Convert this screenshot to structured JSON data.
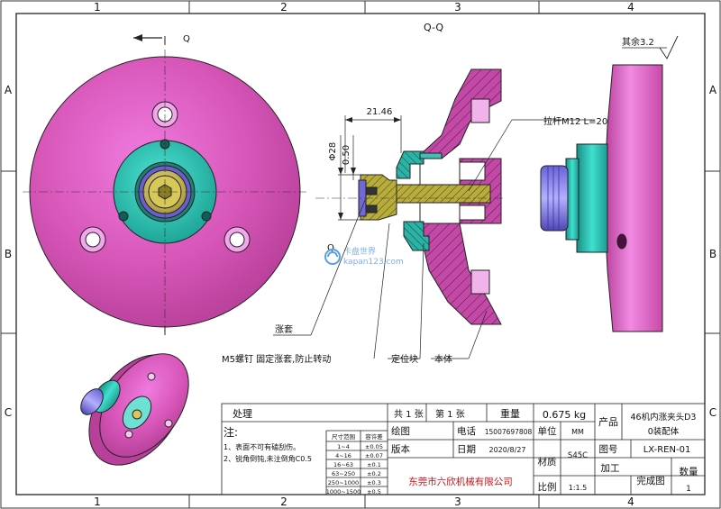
{
  "frame": {
    "columns": [
      "1",
      "2",
      "3",
      "4"
    ],
    "rows": [
      "A",
      "B",
      "C"
    ]
  },
  "views": {
    "section_mark": "Q",
    "section_title": "Q-Q",
    "dim_width": "21.46",
    "dim_diameter": "Φ28",
    "dim_offset": "0.50",
    "surface_finish": "其余3.2",
    "watermark_brand": "卡盘世界",
    "watermark_site": "kapan123.com"
  },
  "callouts": {
    "pull_rod": "拉杆M12  L=20",
    "sleeve": "涨套",
    "screw": "M5螺钉 固定涨套,防止转动",
    "locator": "定位块",
    "body": "本体"
  },
  "notes": {
    "title": "注:",
    "items": [
      "1、表面不可有磕刮伤。",
      "2、锐角倒钝,未注倒角C0.5"
    ]
  },
  "tolerance_table": {
    "headers": [
      "尺寸范围",
      "容许差"
    ],
    "rows": [
      [
        "1~4",
        "±0.05"
      ],
      [
        "4~16",
        "±0.07"
      ],
      [
        "16~63",
        "±0.1"
      ],
      [
        "63~250",
        "±0.2"
      ],
      [
        "250~1000",
        "±0.3"
      ],
      [
        "1000~1500",
        "±0.5"
      ]
    ]
  },
  "title_block": {
    "process": "处理",
    "total_sheets": "共 1  张",
    "sheet_no": "第 1  张",
    "weight_label": "重量",
    "weight_value": "0.675 kg",
    "product_label": "产品",
    "product_name_1": "46机内涨夹头D3",
    "product_name_2": "0装配体",
    "drawing_label": "绘图",
    "version_label": "版本",
    "phone_label": "电话",
    "phone_value": "15007697808",
    "date_label": "日期",
    "date_value": "2020/8/27",
    "unit_label": "单位",
    "unit_value": "MM",
    "material_label": "材质",
    "material_value": "S45C",
    "drawing_no_label": "图号",
    "drawing_no_value": "LX-REN-01",
    "processing_label": "加工",
    "finished_label": "完成图",
    "quantity_label": "数量",
    "quantity_value": "1",
    "scale_label": "比例",
    "scale_value": "1:1.5",
    "company": "东莞市六欣机械有限公司"
  }
}
